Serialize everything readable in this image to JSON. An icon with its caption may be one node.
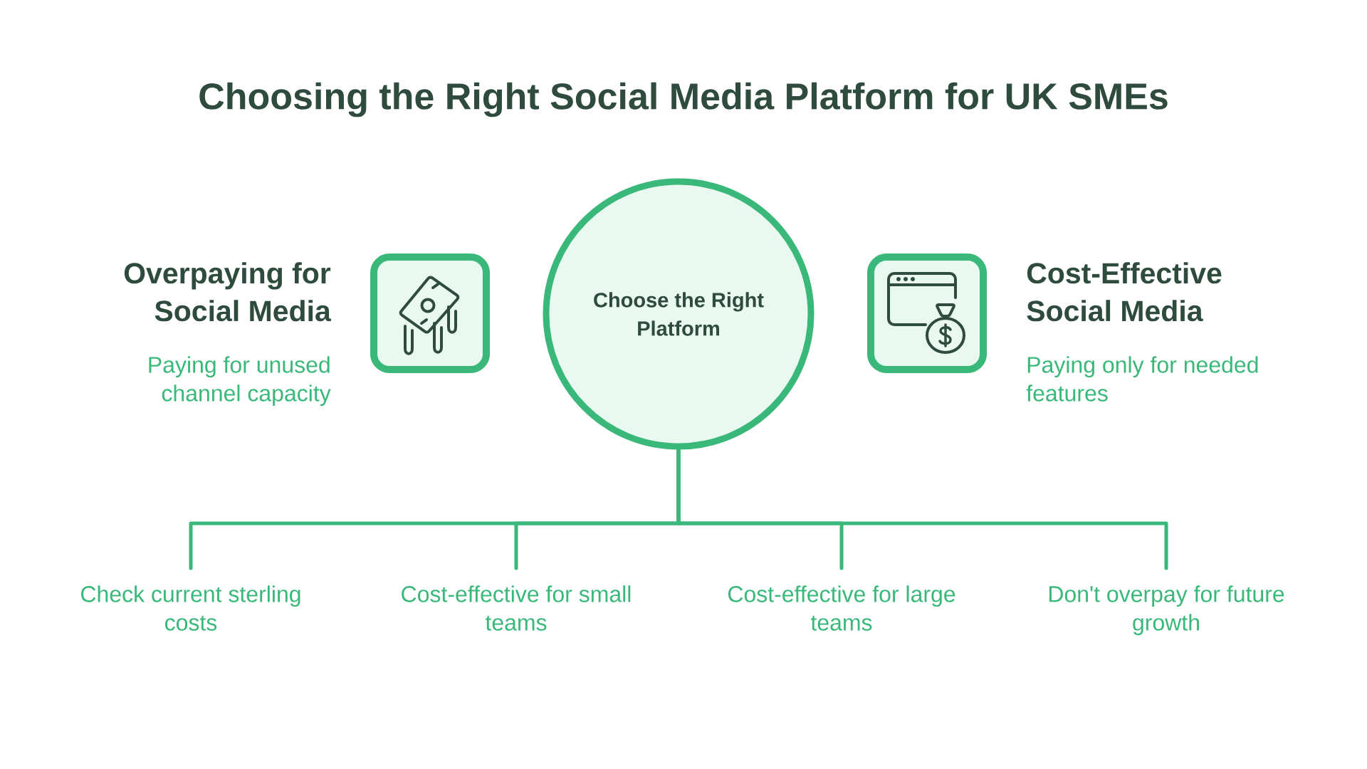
{
  "diagram": {
    "title": "Choosing the Right Social Media Platform for UK SMEs",
    "nodes": [
      {
        "text": [
          "Choose the Right Platform"
        ]
      },
      {
        "text": [
          "Overpaying for Social Media",
          "Paying for unused channel capacity"
        ]
      },
      {
        "text": [
          "Cost-Effective Social Media",
          "Paying only for needed features"
        ]
      },
      {
        "text": [
          "Check current sterling costs"
        ]
      },
      {
        "text": [
          "Cost-effective for small teams"
        ]
      },
      {
        "text": [
          "Cost-effective for large teams"
        ]
      },
      {
        "text": [
          "Don't overpay for future growth"
        ]
      }
    ],
    "edges": [
      {
        "from": 0,
        "to": 3,
        "arrow": "none"
      },
      {
        "from": 0,
        "to": 4,
        "arrow": "none"
      },
      {
        "from": 0,
        "to": 5,
        "arrow": "none"
      },
      {
        "from": 0,
        "to": 6,
        "arrow": "none"
      }
    ]
  }
}
